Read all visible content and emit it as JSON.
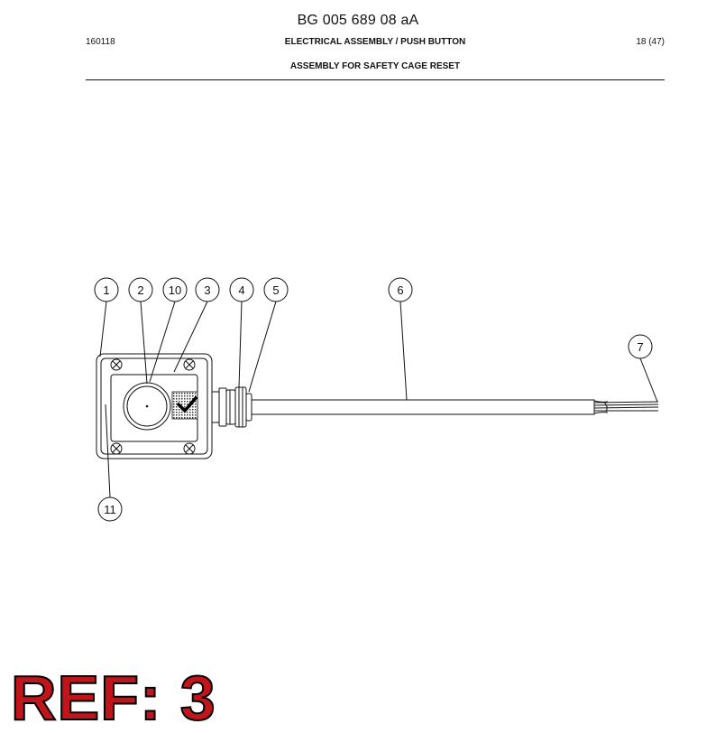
{
  "header": {
    "doc_id": "BG 005 689 08 aA",
    "date": "160118",
    "title": "ELECTRICAL ASSEMBLY / PUSH BUTTON",
    "page": "18 (47)",
    "subtitle": "ASSEMBLY FOR SAFETY CAGE RESET"
  },
  "callouts": [
    {
      "id": "c1",
      "label": "1"
    },
    {
      "id": "c2",
      "label": "2"
    },
    {
      "id": "c10",
      "label": "10"
    },
    {
      "id": "c3",
      "label": "3"
    },
    {
      "id": "c4",
      "label": "4"
    },
    {
      "id": "c5",
      "label": "5"
    },
    {
      "id": "c6",
      "label": "6"
    },
    {
      "id": "c7",
      "label": "7"
    },
    {
      "id": "c11",
      "label": "11"
    }
  ],
  "stamp": {
    "text": "REF: 3",
    "color": "#c0161b"
  }
}
